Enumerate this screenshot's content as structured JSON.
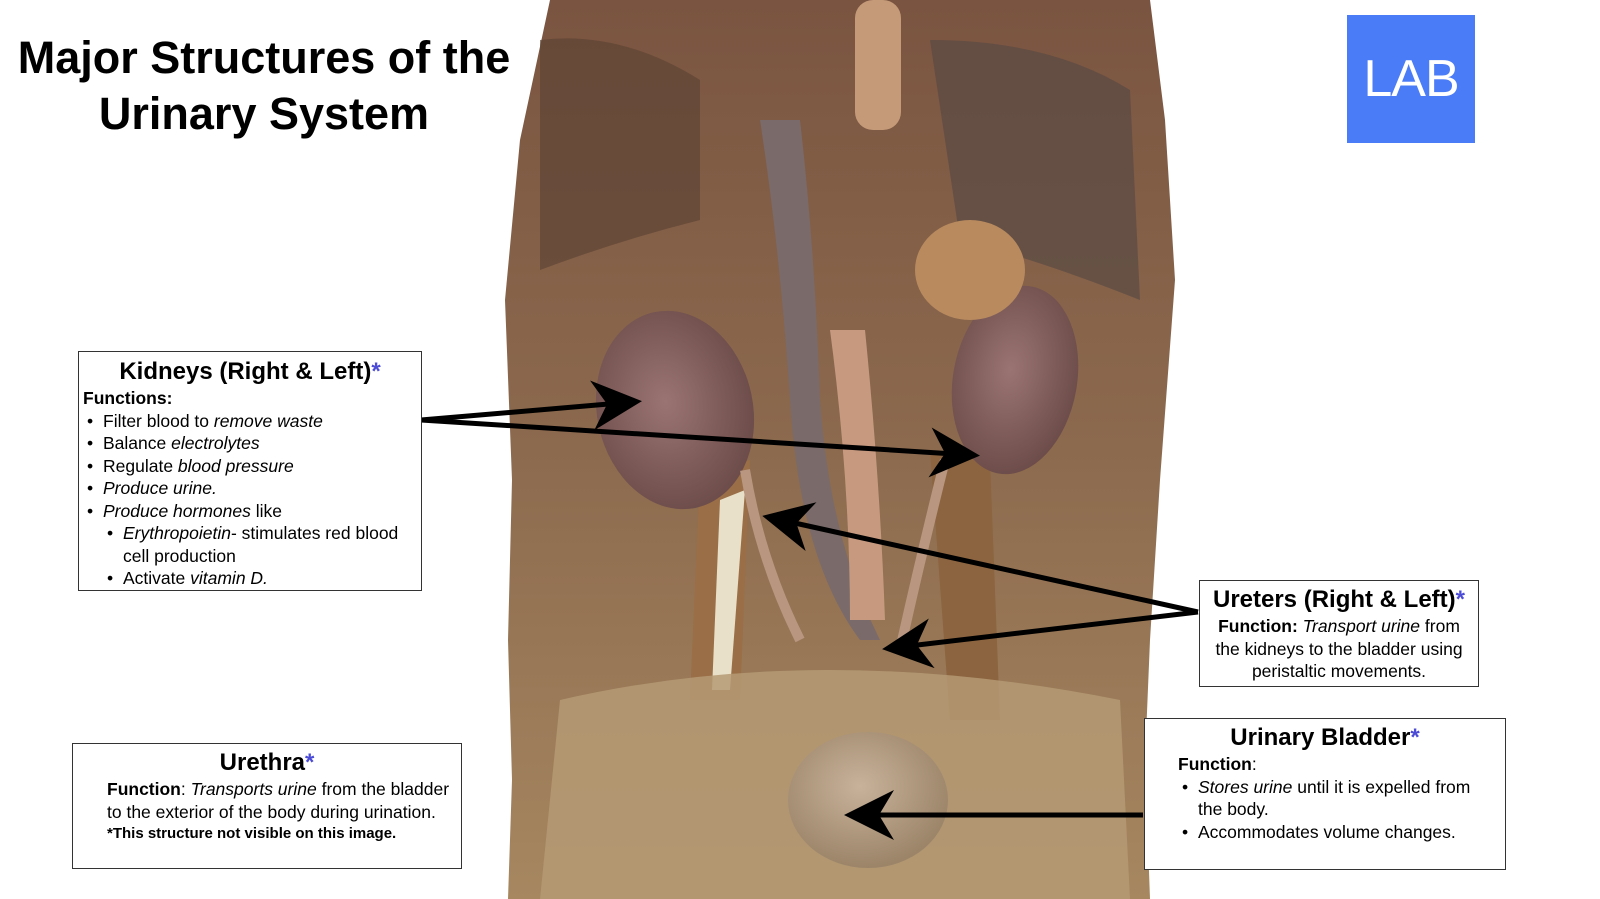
{
  "title": {
    "line1": "Major Structures of the",
    "line2": "Urinary System"
  },
  "logo": {
    "text": "LAB",
    "color": "#4a7cf7"
  },
  "asterisk_color": "#4b4bd6",
  "kidneys": {
    "heading": "Kidneys (Right & Left)",
    "asterisk": "*",
    "functions_label": "Functions:",
    "items": [
      {
        "pre": "Filter blood to ",
        "em": "remove waste",
        "post": ""
      },
      {
        "pre": "Balance ",
        "em": "electrolytes",
        "post": ""
      },
      {
        "pre": "Regulate ",
        "em": "blood pressure",
        "post": ""
      },
      {
        "pre": "",
        "em": "Produce urine.",
        "post": ""
      },
      {
        "pre": "",
        "em": "Produce hormones",
        "post": " like"
      }
    ],
    "subitems": [
      {
        "pre": "",
        "em": "Erythropoietin",
        "post": "- stimulates red blood cell production"
      },
      {
        "pre": "Activate ",
        "em": "vitamin D.",
        "post": ""
      }
    ]
  },
  "ureters": {
    "heading": "Ureters (Right & Left)",
    "asterisk": "*",
    "function_label": "Function:",
    "em": "Transport urine",
    "post": " from the kidneys to the bladder using peristaltic movements."
  },
  "urethra": {
    "heading": "Urethra",
    "asterisk": "*",
    "function_label": "Function",
    "colon": ": ",
    "em": "Transports urine",
    "post": " from the bladder to the exterior of the body during urination.",
    "note": "*This structure not visible on this image."
  },
  "bladder": {
    "heading": "Urinary Bladder",
    "asterisk": "*",
    "function_label": "Function",
    "colon": ":",
    "items": [
      {
        "pre": "",
        "em": "Stores urine",
        "post": " until it is expelled from the body."
      },
      {
        "pre": "Accommodates volume changes.",
        "em": "",
        "post": ""
      }
    ]
  }
}
